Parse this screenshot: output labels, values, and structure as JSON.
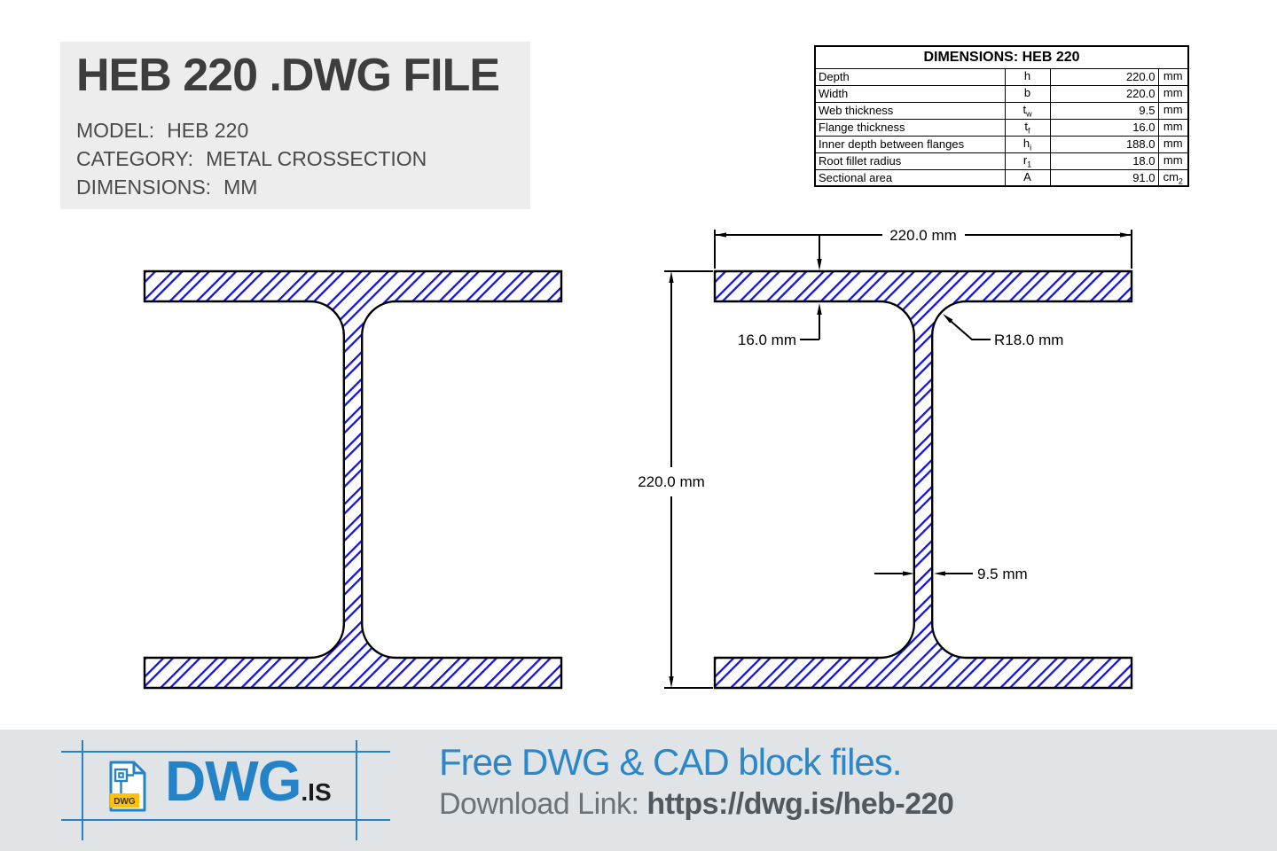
{
  "header": {
    "title": "HEB 220 .DWG FILE",
    "meta": [
      {
        "label": "MODEL:",
        "value": "HEB 220"
      },
      {
        "label": "CATEGORY:",
        "value": "METAL CROSSECTION"
      },
      {
        "label": "DIMENSIONS:",
        "value": "MM"
      }
    ]
  },
  "dimensions_table": {
    "title": "DIMENSIONS: HEB 220",
    "rows": [
      {
        "property": "Depth",
        "symbol": "h",
        "sub": "",
        "value": "220.0",
        "unit": "mm"
      },
      {
        "property": "Width",
        "symbol": "b",
        "sub": "",
        "value": "220.0",
        "unit": "mm"
      },
      {
        "property": "Web thickness",
        "symbol": "t",
        "sub": "w",
        "value": "9.5",
        "unit": "mm"
      },
      {
        "property": "Flange thickness",
        "symbol": "t",
        "sub": "f",
        "value": "16.0",
        "unit": "mm"
      },
      {
        "property": "Inner depth between flanges",
        "symbol": "h",
        "sub": "i",
        "value": "188.0",
        "unit": "mm"
      },
      {
        "property": "Root fillet radius",
        "symbol": "r",
        "sub": "1",
        "value": "18.0",
        "unit": "mm"
      },
      {
        "property": "Sectional area",
        "symbol": "A",
        "sub": "",
        "value": "91.0",
        "unit": "cm",
        "unit_sub": "2"
      }
    ]
  },
  "drawing": {
    "dim_width": "220.0 mm",
    "dim_height": "220.0 mm",
    "dim_flange": "16.0 mm",
    "dim_radius": "R18.0 mm",
    "dim_web": "9.5 mm",
    "hatch_color": "#1414dc",
    "outline_color": "#000000"
  },
  "footer": {
    "logo_badge": "DWG",
    "logo_text": "DWG",
    "logo_suffix": ".IS",
    "tagline": "Free DWG & CAD block files.",
    "download_label": "Download Link: ",
    "download_url": "https://dwg.is/heb-220",
    "brand_blue": "#2b87c6",
    "badge_yellow": "#ffc107"
  }
}
